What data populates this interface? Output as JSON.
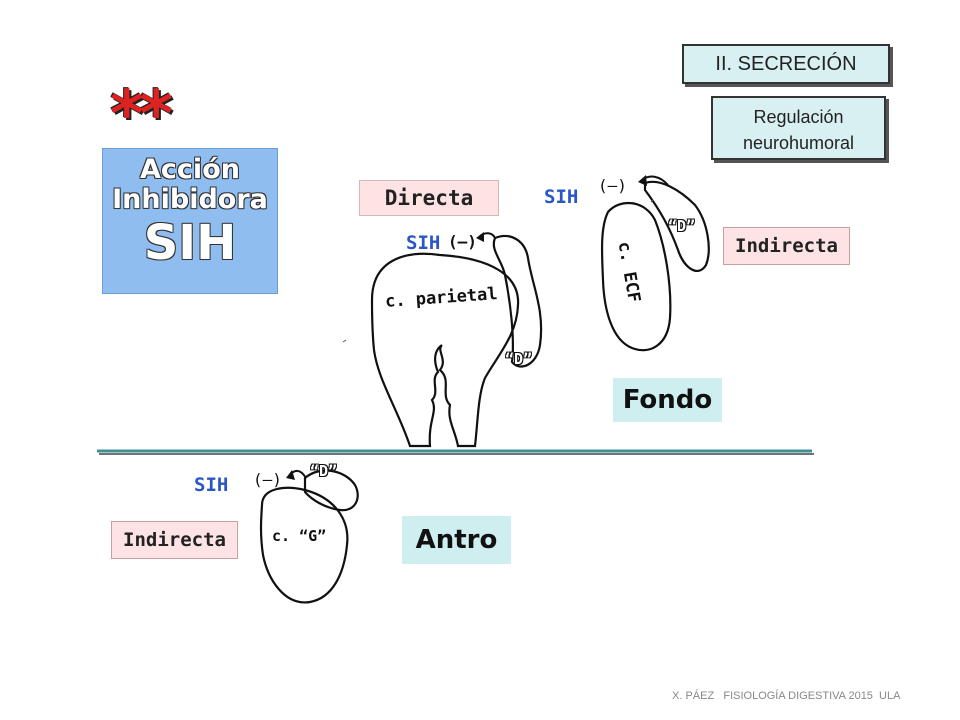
{
  "header": {
    "section": "II. SECRECIÓN",
    "regulation_line1": "Regulación",
    "regulation_line2": "neurohumoral"
  },
  "stars": "**",
  "action_box": {
    "line1": "Acción",
    "line2": "Inhibidora",
    "line3": "SIH"
  },
  "direct": {
    "label": "Directa",
    "sih": "SIH",
    "minus": "(–)",
    "cell": "c. parietal",
    "d_cell": "“D”"
  },
  "fundus_indirect": {
    "sih": "SIH",
    "minus": "(–)",
    "d_cell": "“D”",
    "cell": "c. ECF",
    "label": "Indirecta"
  },
  "regions": {
    "fondo": "Fondo",
    "antro": "Antro"
  },
  "antrum_indirect": {
    "sih": "SIH",
    "minus": "(–)",
    "d_cell": "“D”",
    "cell": "c. “G”",
    "label": "Indirecta"
  },
  "footer": "X. PÁEZ   FISIOLOGÍA DIGESTIVA 2015  ULA",
  "colors": {
    "teal_box": "#d9f0f2",
    "pink_box": "#fde3e4",
    "blue_box": "#8fbdf0",
    "sih_blue": "#2b56c8",
    "membrane": "#3f8f98"
  }
}
